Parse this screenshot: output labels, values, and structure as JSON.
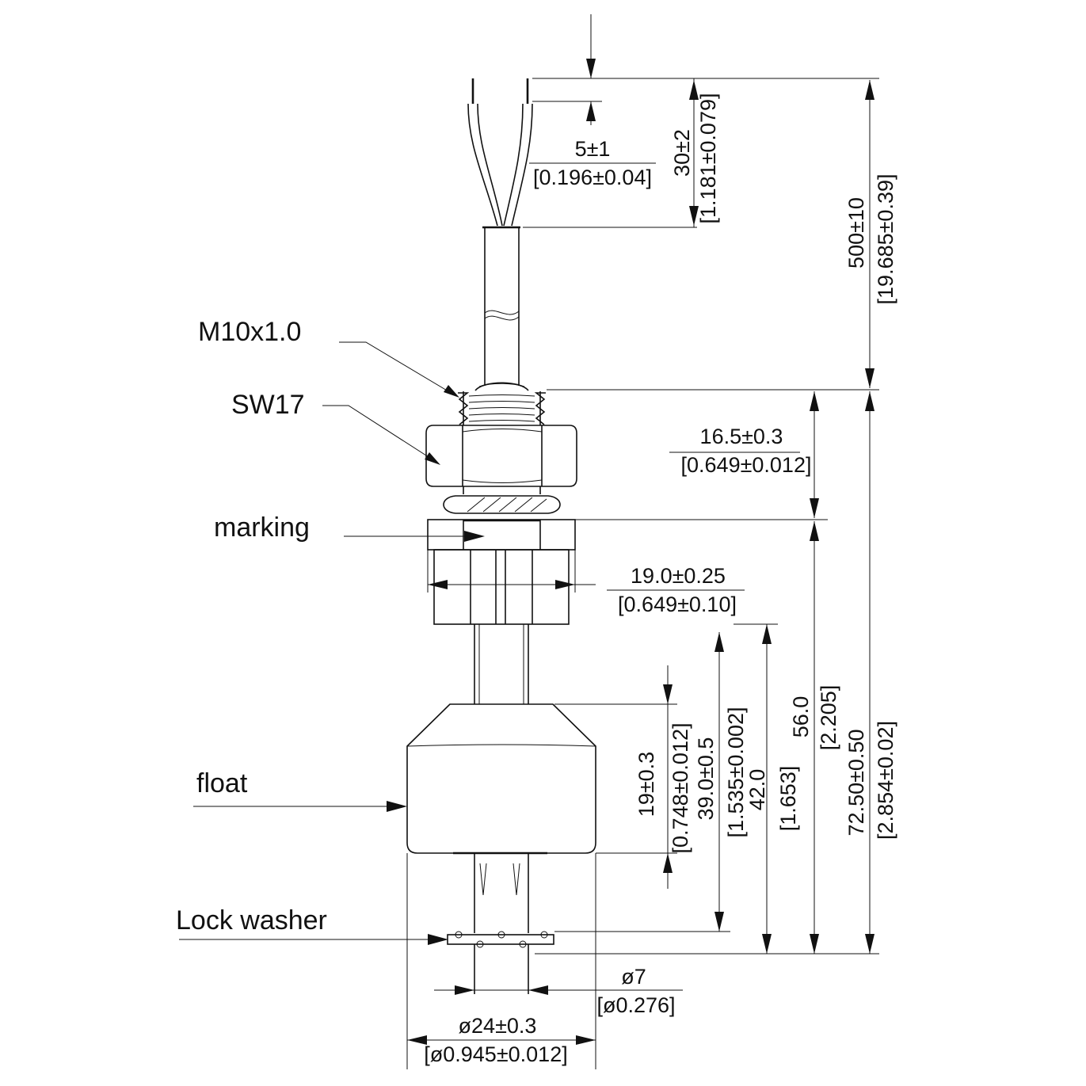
{
  "labels": {
    "thread": "M10x1.0",
    "wrench": "SW17",
    "marking": "marking",
    "float": "float",
    "lock_washer": "Lock washer"
  },
  "dimensions": {
    "wire_strip": {
      "metric": "5±1",
      "imperial": "[0.196±0.04]"
    },
    "wire_lead": {
      "metric": "30±2",
      "imperial": "[1.181±0.079]"
    },
    "cable_length": {
      "metric": "500±10",
      "imperial": "[19.685±0.39]"
    },
    "thread_length": {
      "metric": "16.5±0.3",
      "imperial": "[0.649±0.012]"
    },
    "body_width": {
      "metric": "19.0±0.25",
      "imperial": "[0.649±0.10]"
    },
    "float_height": {
      "metric": "19±0.3",
      "imperial": "[0.748±0.012]"
    },
    "switch_point": {
      "metric": "39.0±0.5",
      "imperial": "[1.535±0.002]"
    },
    "stem_length": {
      "metric": "42.0",
      "imperial": "[1.653]"
    },
    "body_length": {
      "metric": "56.0",
      "imperial": "[2.205]"
    },
    "overall_length": {
      "metric": "72.50±0.50",
      "imperial": "[2.854±0.02]"
    },
    "stem_diameter": {
      "metric": "ø7",
      "imperial": "[ø0.276]"
    },
    "float_diameter": {
      "metric": "ø24±0.3",
      "imperial": "[ø0.945±0.012]"
    }
  }
}
